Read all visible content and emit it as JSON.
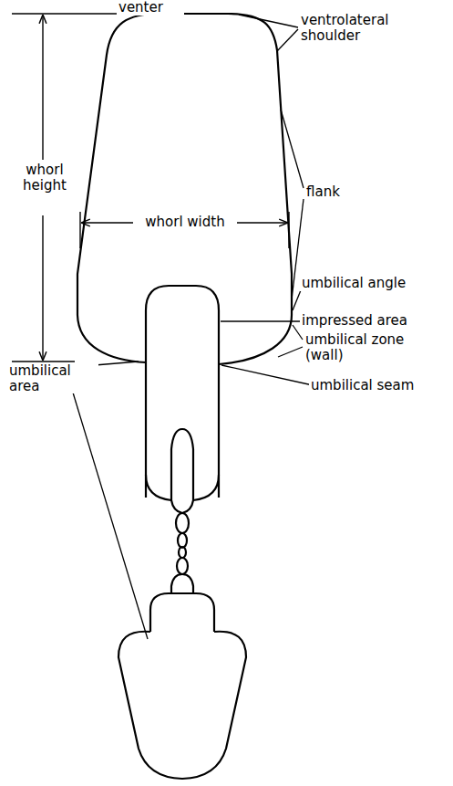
{
  "diagram": {
    "labels": [
      "venter",
      "ventrolateral shoulder",
      "whorl height",
      "flank",
      "whorl width",
      "umbilical angle",
      "impressed area",
      "umbilical zone (wall)",
      "umbilical area",
      "umbilical seam"
    ]
  }
}
